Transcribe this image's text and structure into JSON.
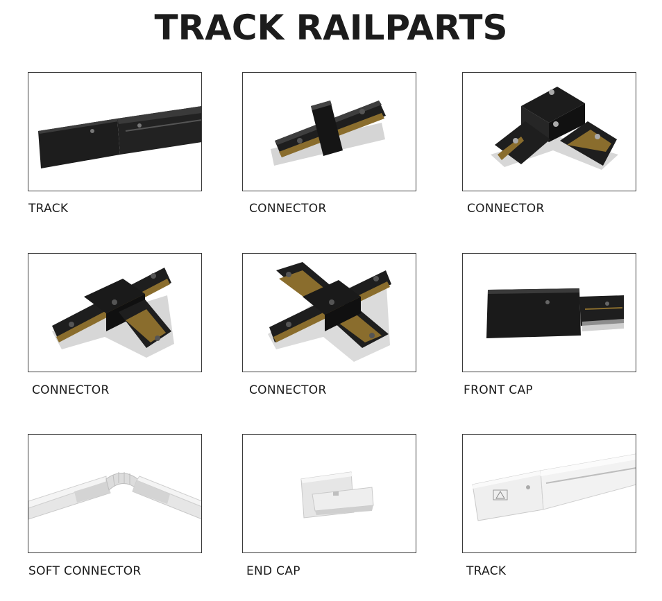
{
  "title": "TRACK RAILPARTS",
  "products": [
    {
      "label": "TRACK",
      "icon": "black-track-rail-icon"
    },
    {
      "label": "CONNECTOR",
      "icon": "straight-connector-icon"
    },
    {
      "label": "CONNECTOR",
      "icon": "l-connector-icon"
    },
    {
      "label": "CONNECTOR",
      "icon": "t-connector-icon"
    },
    {
      "label": "CONNECTOR",
      "icon": "cross-connector-icon"
    },
    {
      "label": "FRONT CAP",
      "icon": "front-cap-icon"
    },
    {
      "label": "SOFT CONNECTOR",
      "icon": "soft-connector-icon"
    },
    {
      "label": "END CAP",
      "icon": "end-cap-icon"
    },
    {
      "label": "TRACK",
      "icon": "white-track-rail-icon"
    }
  ]
}
